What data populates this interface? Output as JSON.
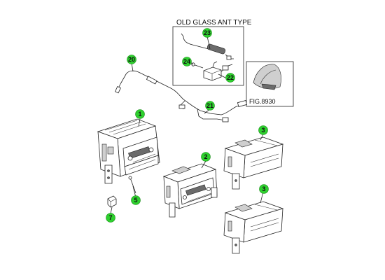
{
  "inset": {
    "title": "OLD GLASS ANT TYPE"
  },
  "figure_ref": "FIG.8930",
  "callouts": {
    "c1": "1",
    "c2": "2",
    "c3a": "3",
    "c3b": "3",
    "c5": "5",
    "c7": "7",
    "c20": "20",
    "c21": "21",
    "c22": "22",
    "c23": "23",
    "c24": "24"
  },
  "colors": {
    "callout_fill": "#2ed02e",
    "line": "#222222"
  }
}
